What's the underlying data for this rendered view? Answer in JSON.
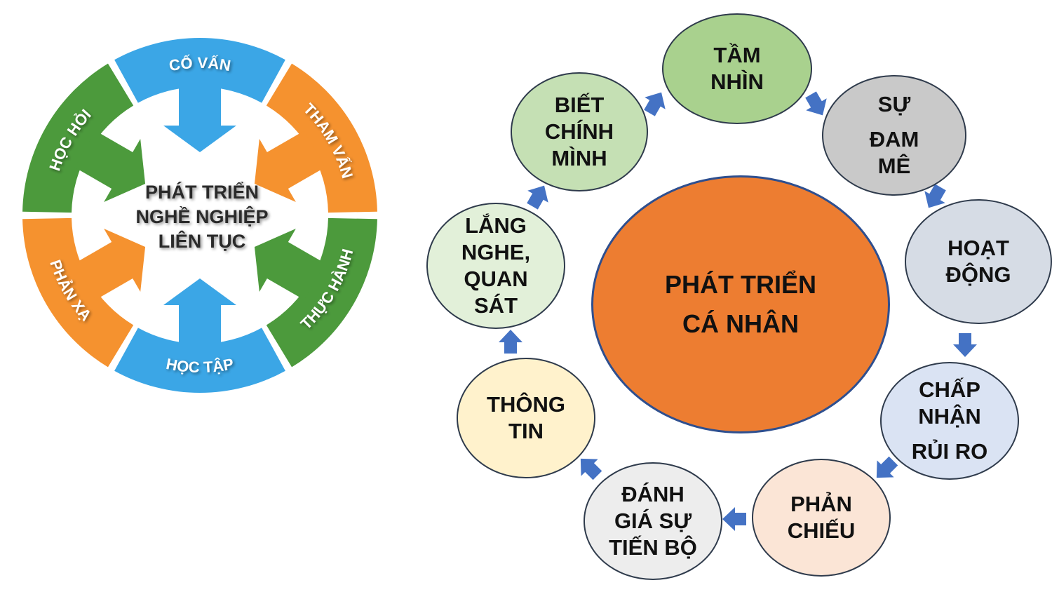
{
  "left_diagram": {
    "center_lines": [
      "PHÁT TRIỂN",
      "NGHỀ NGHIỆP",
      "LIÊN TỤC"
    ],
    "segments": [
      {
        "label": "CỐ VẤN",
        "color": "#3ba6e6"
      },
      {
        "label": "THAM VẤN",
        "color": "#f5922f"
      },
      {
        "label": "THỰC HÀNH",
        "color": "#4c9a3c"
      },
      {
        "label": "HỌC TẬP",
        "color": "#3ba6e6"
      },
      {
        "label": "PHẢN XẠ",
        "color": "#f5922f"
      },
      {
        "label": "HỌC HỎI",
        "color": "#4c9a3c"
      }
    ]
  },
  "right_diagram": {
    "center": {
      "lines": [
        "PHÁT TRIỂN",
        "CÁ NHÂN"
      ],
      "color": "#ed7d31"
    },
    "nodes": [
      {
        "id": "tam-nhin",
        "lines": [
          "TẦM",
          "NHÌN"
        ],
        "color": "#a9d18e"
      },
      {
        "id": "su-dam-me",
        "lines": [
          "SỰ",
          "ĐAM",
          "MÊ"
        ],
        "color": "#c9c9c9"
      },
      {
        "id": "hoat-dong",
        "lines": [
          "HOẠT",
          "ĐỘNG"
        ],
        "color": "#d6dce5"
      },
      {
        "id": "chap-nhan-rui-ro",
        "lines": [
          "CHẤP",
          "NHẬN",
          "RỦI RO"
        ],
        "color": "#dae3f3"
      },
      {
        "id": "phan-chieu",
        "lines": [
          "PHẢN",
          "CHIẾU"
        ],
        "color": "#fbe5d6"
      },
      {
        "id": "danh-gia-su-tien-bo",
        "lines": [
          "ĐÁNH",
          "GIÁ SỰ",
          "TIẾN BỘ"
        ],
        "color": "#ededed"
      },
      {
        "id": "thong-tin",
        "lines": [
          "THÔNG",
          "TIN"
        ],
        "color": "#fff2cc"
      },
      {
        "id": "lang-nghe-quan-sat",
        "lines": [
          "LẮNG",
          "NGHE,",
          "QUAN",
          "SÁT"
        ],
        "color": "#e2f0d9"
      },
      {
        "id": "biet-chinh-minh",
        "lines": [
          "BIẾT",
          "CHÍNH",
          "MÌNH"
        ],
        "color": "#c5e0b4"
      }
    ],
    "arrow_color": "#4472c4"
  }
}
